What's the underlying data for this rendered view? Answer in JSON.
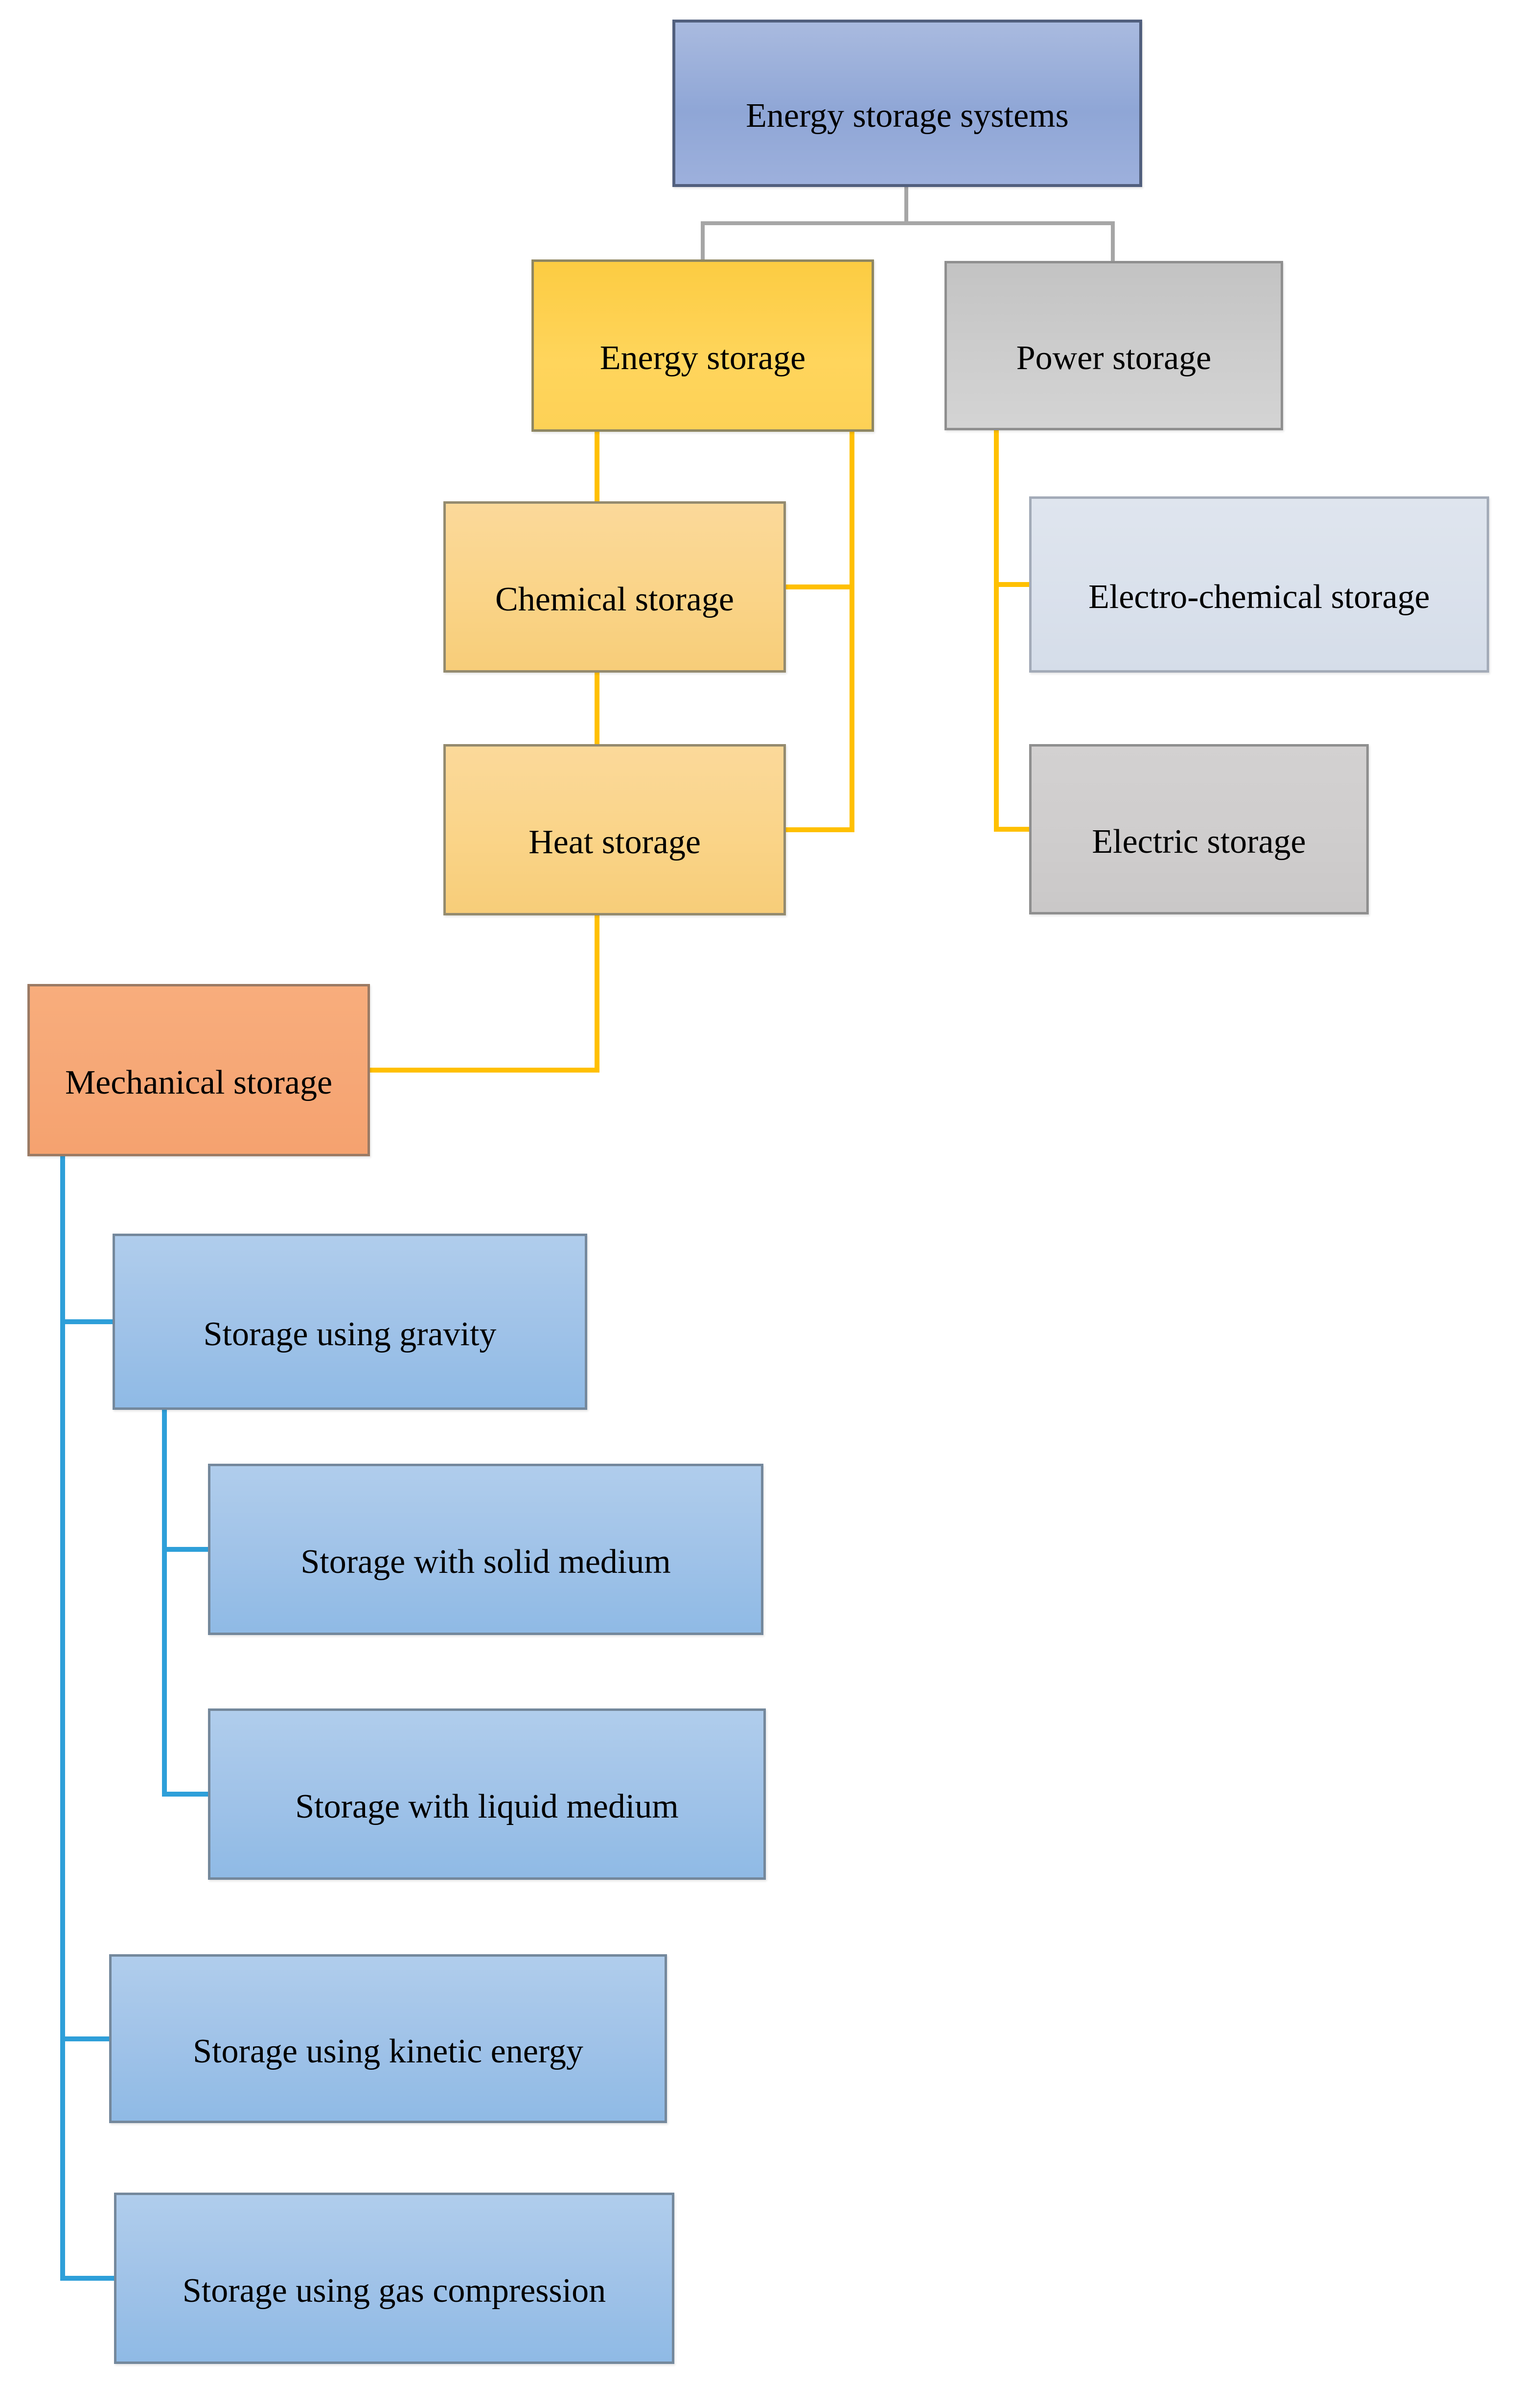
{
  "diagram": {
    "title": "Energy storage systems",
    "colors": {
      "connector-gray": "#A6A6A6",
      "connector-yellow": "#FFC000",
      "connector-blue": "#2E9FD9",
      "background": "#FFFFFF",
      "text": "#000000"
    },
    "nodes": {
      "root": {
        "label": "Energy storage systems",
        "fill": "#9BAFDB",
        "border": "#515F7D"
      },
      "energy": {
        "label": "Energy storage",
        "fill": "#FFD355",
        "border": "#8F8762"
      },
      "power": {
        "label": "Power storage",
        "fill": "#CBCBCB",
        "border": "#8F8F8F"
      },
      "chemical": {
        "label": "Chemical storage",
        "fill": "#FAD48B",
        "border": "#948B6F"
      },
      "heat": {
        "label": "Heat storage",
        "fill": "#FAD48B",
        "border": "#948B6F"
      },
      "electrochem": {
        "label": "Electro-chemical storage",
        "fill": "#DAE1EC",
        "border": "#A3ABB8"
      },
      "electric": {
        "label": "Electric storage",
        "fill": "#CFCDCD",
        "border": "#8F8F8F"
      },
      "mechanical": {
        "label": "Mechanical storage",
        "fill": "#F6A776",
        "border": "#9B7A64"
      },
      "gravity": {
        "label": "Storage using gravity",
        "fill": "#A0C3E8",
        "border": "#74889C"
      },
      "solid": {
        "label": "Storage with solid medium",
        "fill": "#A0C3E8",
        "border": "#74889C"
      },
      "liquid": {
        "label": "Storage with liquid medium",
        "fill": "#A0C3E8",
        "border": "#74889C"
      },
      "kinetic": {
        "label": "Storage using kinetic energy",
        "fill": "#A0C3E8",
        "border": "#74889C"
      },
      "gas": {
        "label": "Storage using gas compression",
        "fill": "#A0C3E8",
        "border": "#74889C"
      }
    },
    "edges": [
      {
        "from": "root",
        "to": "energy",
        "color": "gray"
      },
      {
        "from": "root",
        "to": "power",
        "color": "gray"
      },
      {
        "from": "energy",
        "to": "chemical",
        "color": "yellow"
      },
      {
        "from": "energy",
        "to": "chemical",
        "color": "yellow",
        "via": "right-trunk"
      },
      {
        "from": "energy",
        "to": "heat",
        "color": "yellow",
        "via": "right-trunk"
      },
      {
        "from": "chemical",
        "to": "heat",
        "color": "yellow"
      },
      {
        "from": "heat",
        "to": "mechanical",
        "color": "yellow"
      },
      {
        "from": "power",
        "to": "electrochem",
        "color": "yellow"
      },
      {
        "from": "power",
        "to": "electric",
        "color": "yellow"
      },
      {
        "from": "mechanical",
        "to": "gravity",
        "color": "blue"
      },
      {
        "from": "mechanical",
        "to": "kinetic",
        "color": "blue"
      },
      {
        "from": "mechanical",
        "to": "gas",
        "color": "blue"
      },
      {
        "from": "gravity",
        "to": "solid",
        "color": "blue"
      },
      {
        "from": "gravity",
        "to": "liquid",
        "color": "blue"
      }
    ]
  }
}
